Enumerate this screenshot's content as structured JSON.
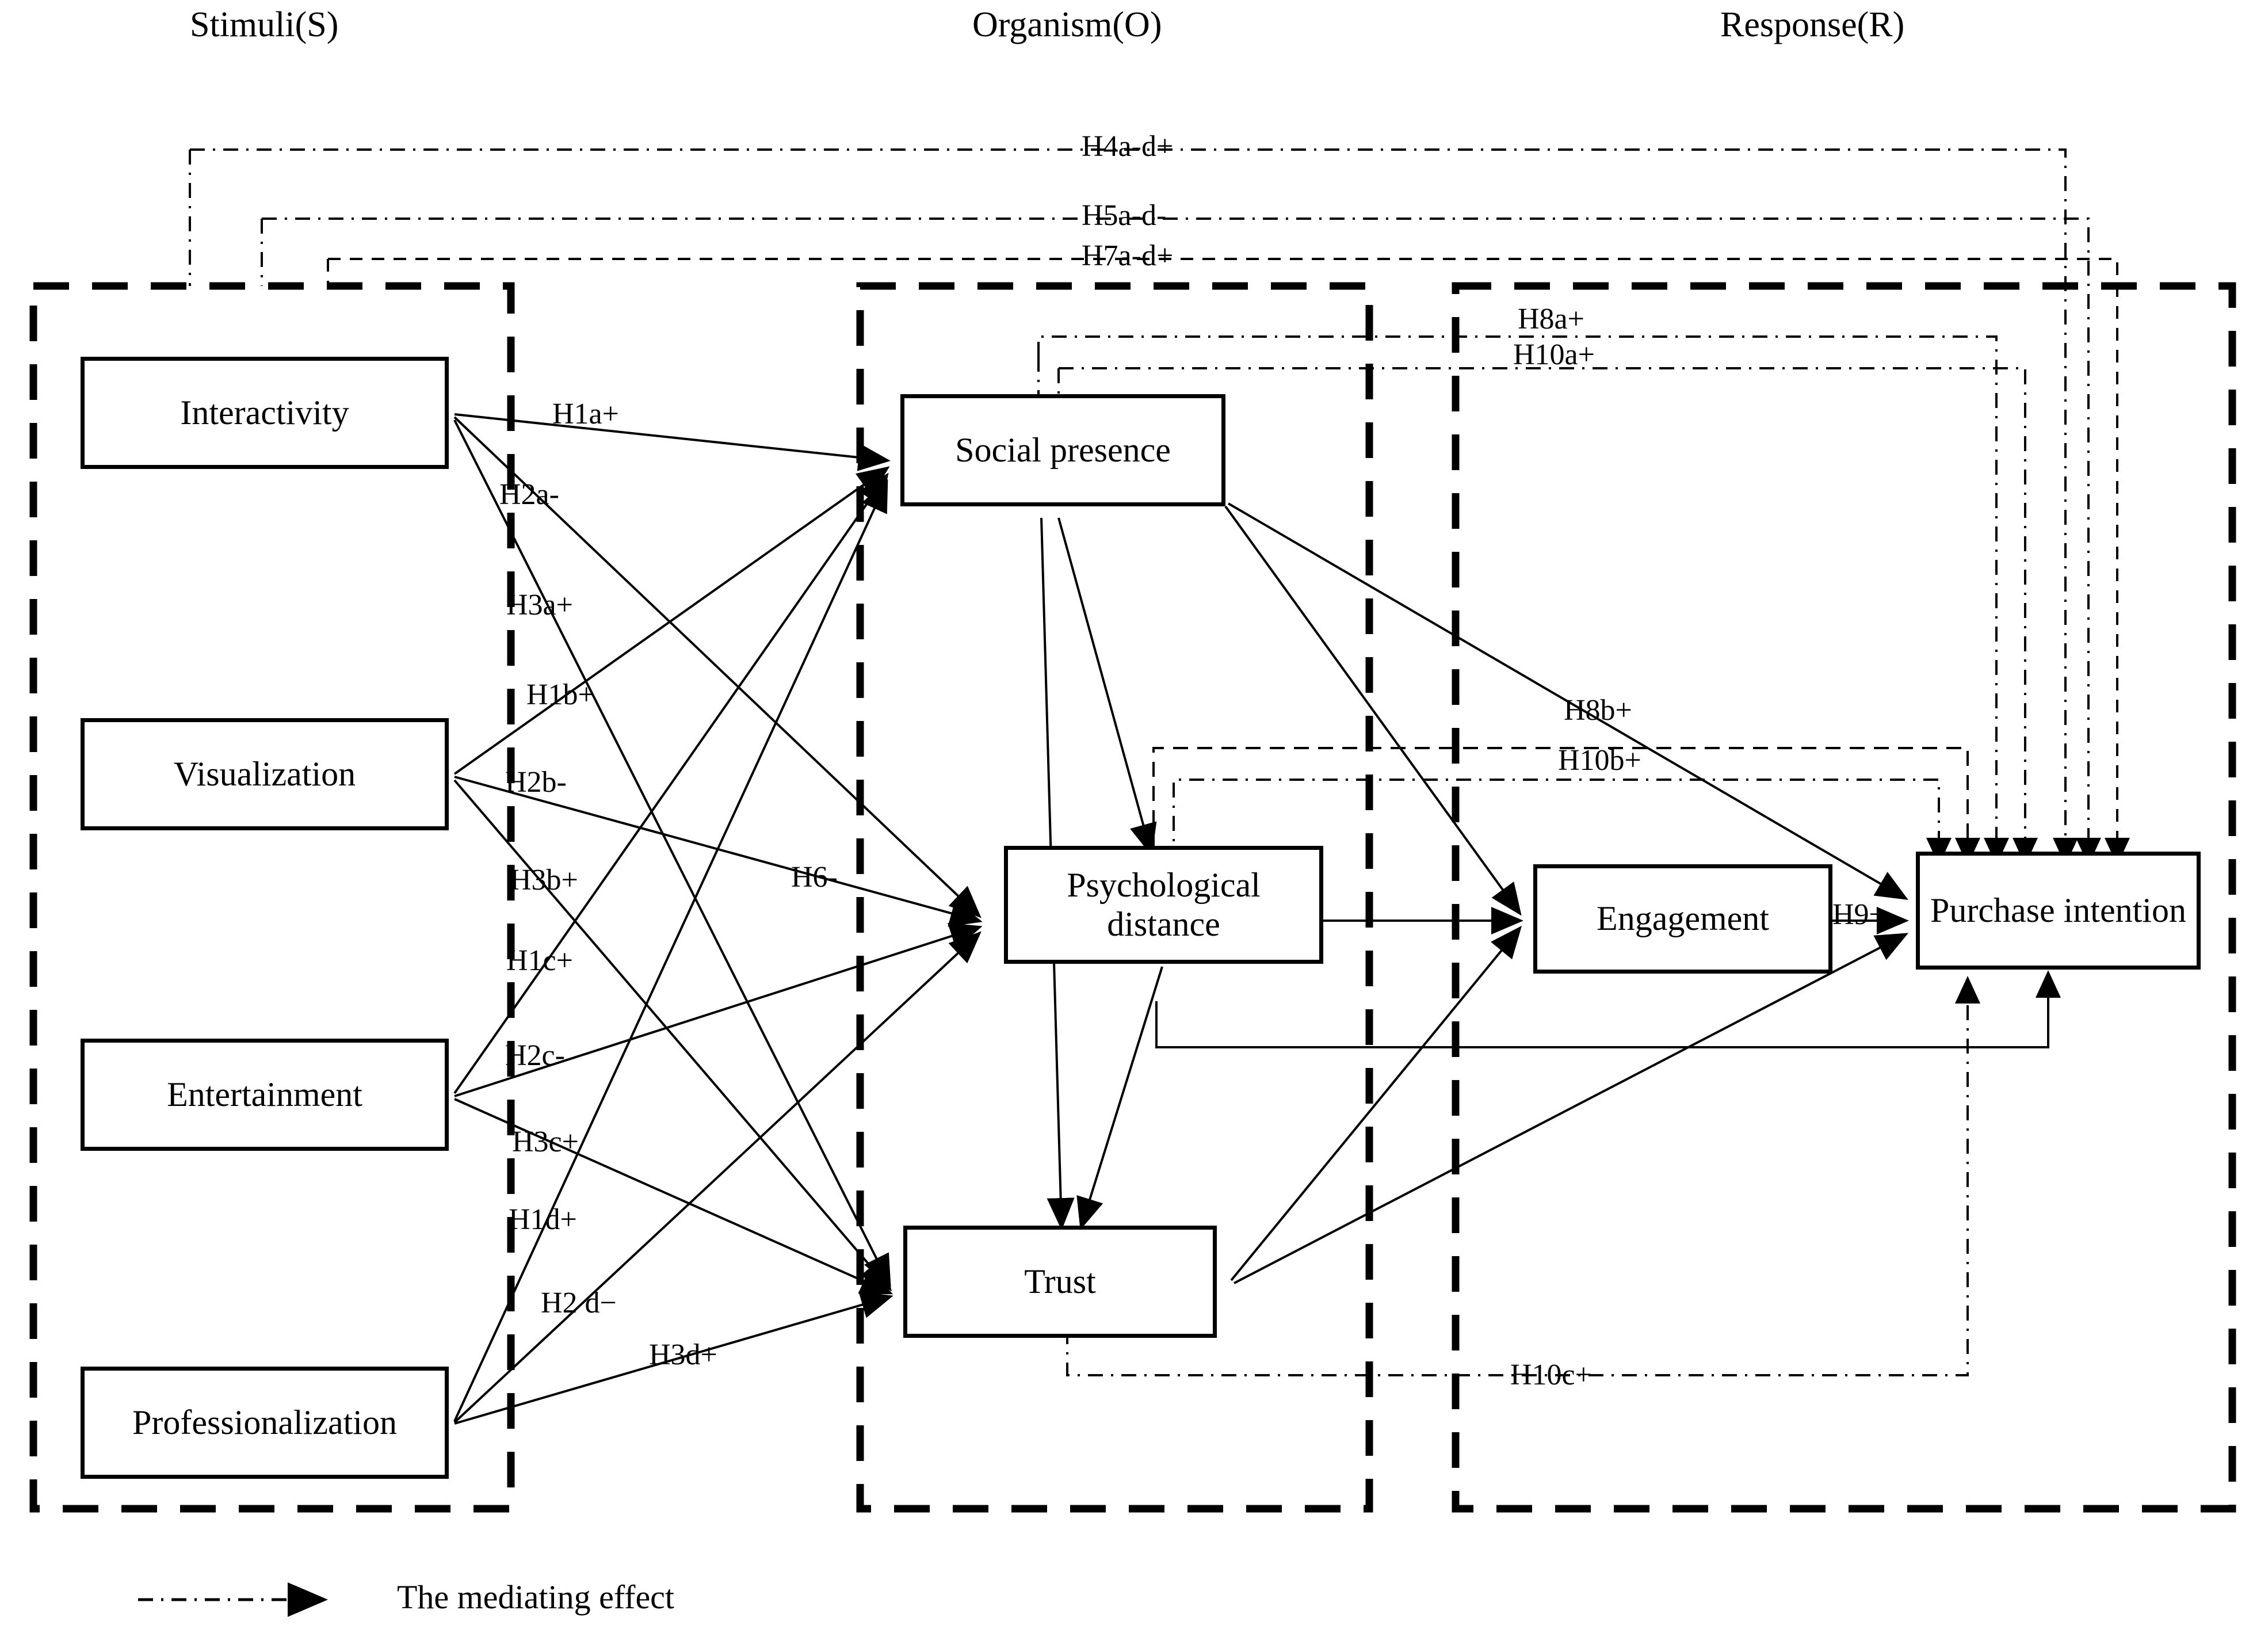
{
  "columns": [
    {
      "id": "stimuli",
      "label": "Stimuli(S)"
    },
    {
      "id": "organism",
      "label": "Organism(O)"
    },
    {
      "id": "response",
      "label": "Response(R)"
    }
  ],
  "nodes": {
    "interactivity": {
      "label": "Interactivity"
    },
    "visualization": {
      "label": "Visualization"
    },
    "entertainment": {
      "label": "Entertainment"
    },
    "professionalization": {
      "label": "Professionalization"
    },
    "social_presence": {
      "label": "Social presence"
    },
    "psychological_distance": {
      "label": "Psychological distance"
    },
    "trust": {
      "label": "Trust"
    },
    "engagement": {
      "label": "Engagement"
    },
    "purchase_intention": {
      "label": "Purchase intention"
    }
  },
  "hypotheses": {
    "h1a": "H1a+",
    "h2a": "H2a-",
    "h3a": "H3a+",
    "h1b": "H1b+",
    "h2b": "H2b-",
    "h3b": "H3b+",
    "h1c": "H1c+",
    "h2c": "H2c-",
    "h3c": "H3c+",
    "h1d": "H1d+",
    "h2d": "H2 d−",
    "h3d": "H3d+",
    "h4": "H4a-d+",
    "h5": "H5a-d-",
    "h6": "H6-",
    "h7": "H7a-d+",
    "h8a": "H8a+",
    "h8b": "H8b+",
    "h9": "H9+",
    "h10a": "H10a+",
    "h10b": "H10b+",
    "h10c": "H10c+"
  },
  "legend": {
    "mediating_effect": "The mediating effect"
  },
  "chart_data": {
    "type": "diagram",
    "title": "Stimulus-Organism-Response research model",
    "groups": [
      {
        "name": "Stimuli(S)",
        "members": [
          "Interactivity",
          "Visualization",
          "Entertainment",
          "Professionalization"
        ]
      },
      {
        "name": "Organism(O)",
        "members": [
          "Social presence",
          "Psychological distance",
          "Trust"
        ]
      },
      {
        "name": "Response(R)",
        "members": [
          "Engagement",
          "Purchase intention"
        ]
      }
    ],
    "edges": [
      {
        "from": "Interactivity",
        "to": "Social presence",
        "label": "H1a+",
        "style": "solid"
      },
      {
        "from": "Interactivity",
        "to": "Psychological distance",
        "label": "H2a-",
        "style": "solid"
      },
      {
        "from": "Interactivity",
        "to": "Trust",
        "label": "H3a+",
        "style": "solid"
      },
      {
        "from": "Visualization",
        "to": "Social presence",
        "label": "H1b+",
        "style": "solid"
      },
      {
        "from": "Visualization",
        "to": "Psychological distance",
        "label": "H2b-",
        "style": "solid"
      },
      {
        "from": "Visualization",
        "to": "Trust",
        "label": "H3b+",
        "style": "solid"
      },
      {
        "from": "Entertainment",
        "to": "Social presence",
        "label": "H1c+",
        "style": "solid"
      },
      {
        "from": "Entertainment",
        "to": "Psychological distance",
        "label": "H2c-",
        "style": "solid"
      },
      {
        "from": "Entertainment",
        "to": "Trust",
        "label": "H3c+",
        "style": "solid"
      },
      {
        "from": "Professionalization",
        "to": "Social presence",
        "label": "H1d+",
        "style": "solid"
      },
      {
        "from": "Professionalization",
        "to": "Psychological distance",
        "label": "H2 d−",
        "style": "solid"
      },
      {
        "from": "Professionalization",
        "to": "Trust",
        "label": "H3d+",
        "style": "solid"
      },
      {
        "from": "Stimuli(S)",
        "to": "Purchase intention",
        "label": "H4a-d+",
        "style": "mediating"
      },
      {
        "from": "Stimuli(S)",
        "to": "Purchase intention",
        "label": "H5a-d-",
        "style": "mediating"
      },
      {
        "from": "Social presence",
        "to": "Psychological distance",
        "label": "H6-",
        "style": "solid"
      },
      {
        "from": "Stimuli(S)",
        "to": "Purchase intention",
        "label": "H7a-d+",
        "style": "mediating"
      },
      {
        "from": "Social presence",
        "to": "Engagement",
        "label": "H8a+",
        "style": "solid"
      },
      {
        "from": "Psychological distance",
        "to": "Engagement",
        "label": "H8b+",
        "style": "solid"
      },
      {
        "from": "Engagement",
        "to": "Purchase intention",
        "label": "H9+",
        "style": "solid"
      },
      {
        "from": "Social presence",
        "to": "Purchase intention",
        "label": "H10a+",
        "style": "mediating"
      },
      {
        "from": "Psychological distance",
        "to": "Purchase intention",
        "label": "H10b+",
        "style": "mediating"
      },
      {
        "from": "Trust",
        "to": "Purchase intention",
        "label": "H10c+",
        "style": "mediating"
      }
    ],
    "legend_entries": [
      {
        "label": "The mediating effect",
        "style": "dash-dot-arrow"
      }
    ]
  }
}
